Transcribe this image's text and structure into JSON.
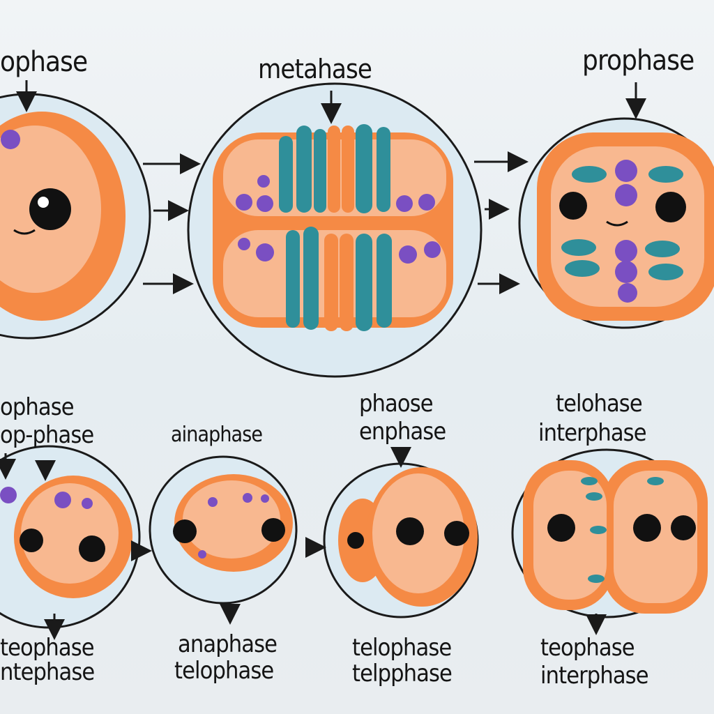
{
  "colors": {
    "cell": "#f58a45",
    "cell_inner": "#f8b890",
    "chromosome_teal": "#2f8f9a",
    "chromosome_purple": "#7a4fc2",
    "membrane": "#cfe3ee",
    "ink": "#141414"
  },
  "top_row": [
    {
      "label": "ophase"
    },
    {
      "label": "metahase"
    },
    {
      "label": "prophase"
    }
  ],
  "bottom_row": [
    {
      "top_lines": [
        "ophase",
        "op-phase"
      ],
      "bottom_lines": [
        "teophase",
        "ntephase"
      ]
    },
    {
      "top_lines": [
        "ainaphase"
      ],
      "bottom_lines": [
        "anaphase",
        "telophase"
      ]
    },
    {
      "top_lines": [
        "phaose",
        "enphase"
      ],
      "bottom_lines": [
        "telophase",
        "telpphase"
      ]
    },
    {
      "top_lines": [
        "telohase",
        "interphase"
      ],
      "bottom_lines": [
        "teophase",
        "interphase"
      ]
    }
  ]
}
